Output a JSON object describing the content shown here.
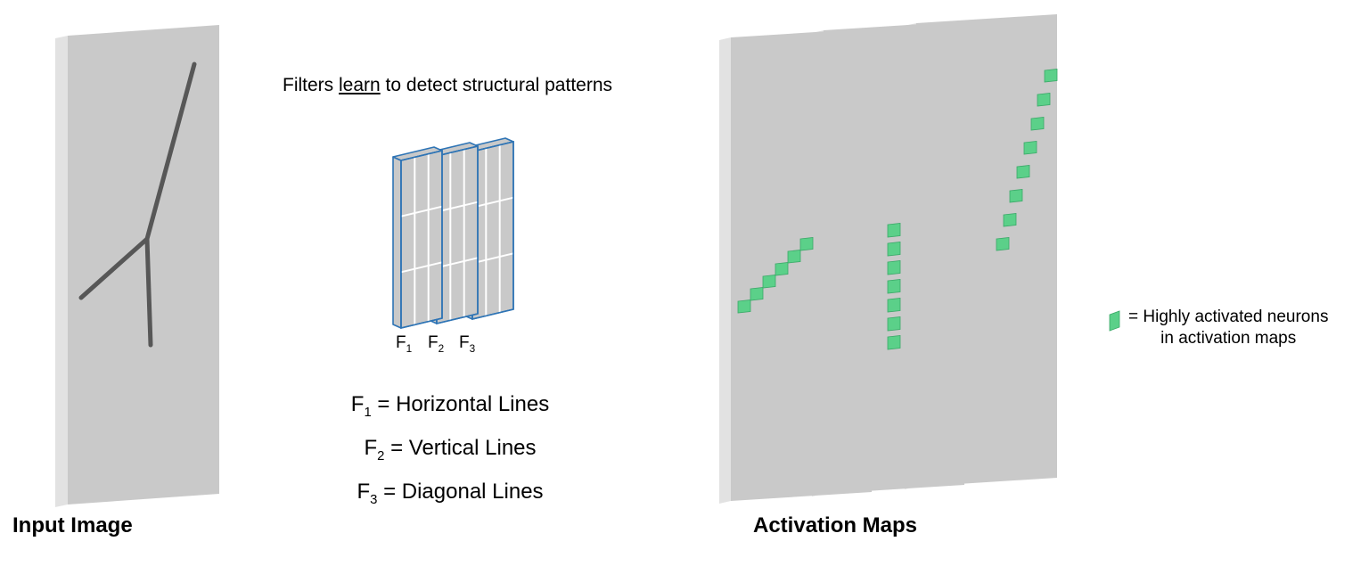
{
  "labels": {
    "input_image": "Input Image",
    "activation_maps": "Activation Maps"
  },
  "filters_caption": {
    "prefix": "Filters ",
    "underlined": "learn",
    "suffix": " to detect structural patterns"
  },
  "filters": [
    {
      "base": "F",
      "sub": "1",
      "equation_rest": " = Horizontal Lines"
    },
    {
      "base": "F",
      "sub": "2",
      "equation_rest": " = Vertical Lines"
    },
    {
      "base": "F",
      "sub": "3",
      "equation_rest": " = Diagonal Lines"
    }
  ],
  "legend": {
    "line1": "= Highly activated neurons",
    "line2": "in activation maps"
  },
  "colors": {
    "panel_face": "#c9c9c9",
    "panel_edge": "#e2e2e2",
    "line_dark": "#575757",
    "filter_blue": "#2e74b5",
    "neuron_green": "#5bd089",
    "neuron_green_dark": "#3aa968"
  }
}
